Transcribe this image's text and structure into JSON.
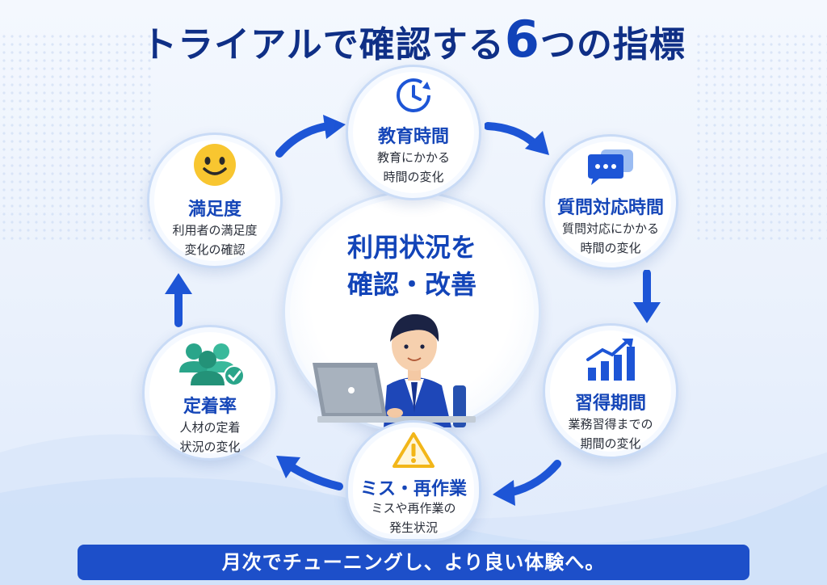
{
  "title": {
    "main": "トライアルで確認する",
    "number": "6",
    "suffix": "つの指標"
  },
  "center": {
    "line1": "利用状況を",
    "line2": "確認・改善"
  },
  "nodes": {
    "education": {
      "label": "教育時間",
      "desc1": "教育にかかる",
      "desc2": "時間の変化",
      "icon": "clock-icon"
    },
    "question": {
      "label": "質問対応時間",
      "desc1": "質問対応にかかる",
      "desc2": "時間の変化",
      "icon": "chat-bubble-icon"
    },
    "learning": {
      "label": "習得期間",
      "desc1": "業務習得までの",
      "desc2": "期間の変化",
      "icon": "bar-chart-growth-icon"
    },
    "mistakes": {
      "label": "ミス・再作業",
      "desc1": "ミスや再作業の",
      "desc2": "発生状況",
      "icon": "warning-icon"
    },
    "retention": {
      "label": "定着率",
      "desc1": "人材の定着",
      "desc2": "状況の変化",
      "icon": "people-check-icon"
    },
    "satisfaction": {
      "label": "満足度",
      "desc1": "利用者の満足度",
      "desc2": "変化の確認",
      "icon": "smiley-icon"
    }
  },
  "banner": {
    "text": "月次でチューニングし、より良い体験へ。"
  },
  "colors": {
    "primary": "#1546b8",
    "title": "#0f2f86",
    "banner": "#1d4fc9",
    "warning": "#f2b619",
    "people": "#2aa58a"
  }
}
